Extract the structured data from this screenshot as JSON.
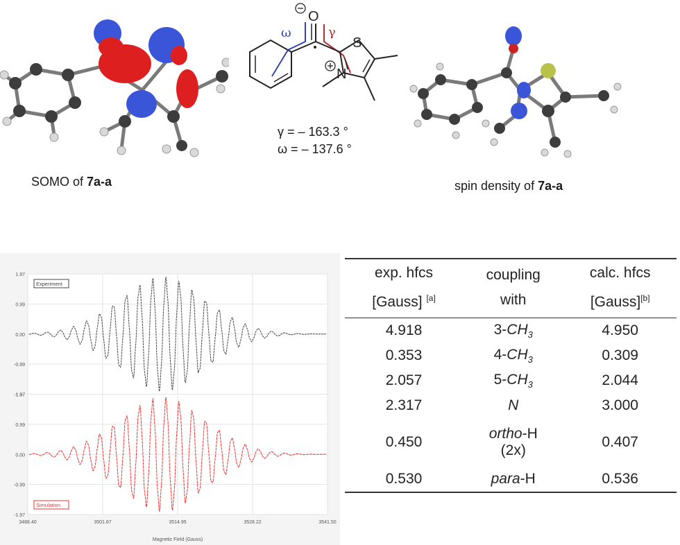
{
  "molecules": {
    "somo_caption_prefix": "SOMO of ",
    "somo_caption_bold": "7a-a",
    "spin_caption_prefix": "spin density of ",
    "spin_caption_bold": "7a-a",
    "gamma_line": "γ = – 163.3 °",
    "omega_line": "ω = – 137.6 °",
    "struct_labels": {
      "omega": "ω",
      "gamma": "γ",
      "O": "O",
      "S": "S",
      "N": "N"
    },
    "colors": {
      "carbon": "#3d3d3d",
      "hydrogen": "#d9d9d9",
      "nitrogen": "#3355dd",
      "sulfur": "#b8c24a",
      "oxygen": "#cc2222",
      "lobe_red": "#dd1f1f",
      "lobe_blue": "#3a55d8",
      "bond_omega": "#3344aa",
      "bond_gamma": "#b03030"
    }
  },
  "chart_data": {
    "type": "line",
    "xlabel": "Magnetic Field (Gauss)",
    "xlim": [
      3488.4,
      3541.5
    ],
    "x_ticks": [
      "3488.40",
      "3501.67",
      "3514.95",
      "3528.22",
      "3541.50"
    ],
    "panels": [
      {
        "name": "Experiment",
        "color": "#444444",
        "y_ticks": [
          "1.97",
          "0.99",
          "0.00",
          "-0.99",
          "-1.97"
        ]
      },
      {
        "name": "Simulation",
        "color": "#ee3333",
        "y_ticks": [
          "1.97",
          "0.99",
          "0.00",
          "-0.99",
          "-1.97"
        ]
      }
    ]
  },
  "table": {
    "headers": [
      {
        "line1": "exp. hfcs",
        "line2": "[Gauss]",
        "sup": "[a]"
      },
      {
        "line1": "coupling",
        "line2": "with",
        "sup": ""
      },
      {
        "line1": "calc. hfcs",
        "line2": "[Gauss]",
        "sup": "[b]"
      }
    ],
    "rows": [
      {
        "exp": "4.918",
        "coupling_pre": "3-",
        "coupling_ital": "CH",
        "coupling_sub": "3",
        "coupling_post": "",
        "calc": "4.950"
      },
      {
        "exp": "0.353",
        "coupling_pre": "4-",
        "coupling_ital": "CH",
        "coupling_sub": "3",
        "coupling_post": "",
        "calc": "0.309"
      },
      {
        "exp": "2.057",
        "coupling_pre": "5-",
        "coupling_ital": "CH",
        "coupling_sub": "3",
        "coupling_post": "",
        "calc": "2.044"
      },
      {
        "exp": "2.317",
        "coupling_pre": "",
        "coupling_ital": "N",
        "coupling_sub": "",
        "coupling_post": "",
        "calc": "3.000"
      },
      {
        "exp": "0.450",
        "coupling_pre": "",
        "coupling_ital": "ortho",
        "coupling_sub": "",
        "coupling_post": "-H",
        "coupling_line2": "(2x)",
        "calc": "0.407"
      },
      {
        "exp": "0.530",
        "coupling_pre": "",
        "coupling_ital": "para",
        "coupling_sub": "",
        "coupling_post": "-H",
        "calc": "0.536"
      }
    ]
  }
}
